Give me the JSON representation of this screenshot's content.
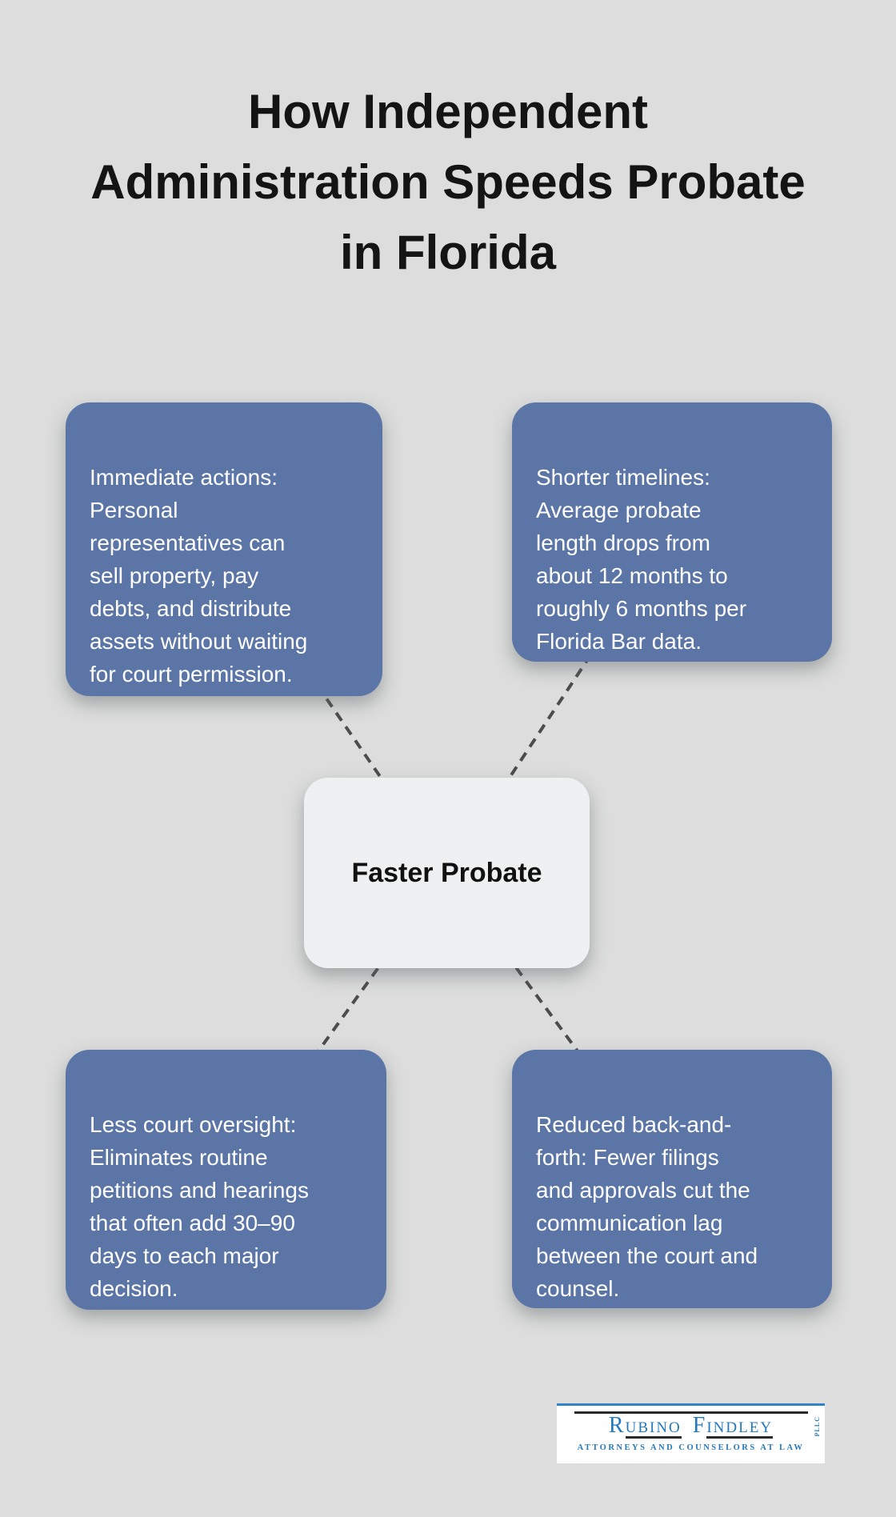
{
  "background_color": "#dcdddc",
  "title": {
    "text": "How Independent\nAdministration Speeds Probate\nin Florida",
    "color": "#141414"
  },
  "connectors": {
    "color": "#4c4c4c",
    "style": "dashed"
  },
  "center_node": {
    "label": "Faster Probate",
    "background": "#eef0f1",
    "text_color": "#111111"
  },
  "card_style": {
    "background": "#5c75a7",
    "text_color": "#ffffff"
  },
  "cards": [
    {
      "position": "top-left",
      "text": "Immediate actions:\nPersonal\nrepresentatives can\nsell property, pay\ndebts, and distribute\nassets without waiting\nfor court permission."
    },
    {
      "position": "top-right",
      "text": "Shorter timelines:\nAverage probate\nlength drops from\nabout 12 months to\nroughly 6 months per\nFlorida Bar data."
    },
    {
      "position": "bottom-left",
      "text": "Less court oversight:\nEliminates routine\npetitions and hearings\nthat often add 30–90\ndays to each major\ndecision."
    },
    {
      "position": "bottom-right",
      "text": "Reduced back-and-\nforth: Fewer filings\nand approvals cut the\ncommunication lag\nbetween the court and\ncounsel."
    }
  ],
  "logo": {
    "word1_initial": "R",
    "word1_rest": "UBINO",
    "word2_initial": "F",
    "word2_rest": "INDLEY",
    "suffix": "PLLC",
    "tagline": "ATTORNEYS AND COUNSELORS AT LAW",
    "text_color": "#2478bd",
    "rule_color": "#2a2a2a",
    "topbar_color": "#2e86c8",
    "background": "#ffffff"
  }
}
